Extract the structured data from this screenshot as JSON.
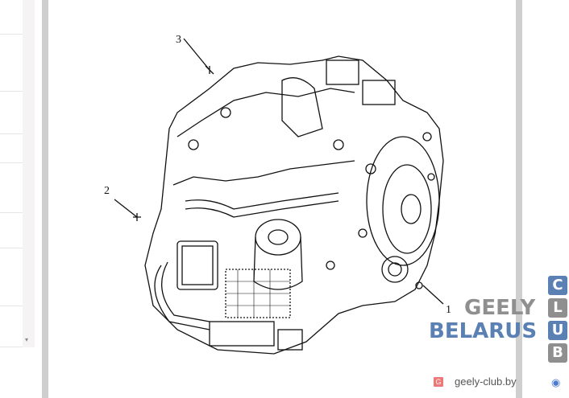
{
  "document": {
    "figure": {
      "callouts": [
        "1",
        "2",
        "3"
      ]
    }
  },
  "watermark": {
    "top": "GEELY",
    "middle": "BELARUS",
    "column_letters": [
      "C",
      "L",
      "U",
      "B"
    ],
    "colors": {
      "blue": "#5b80b4",
      "gray": "#8f8f8f"
    }
  },
  "footer": {
    "site": "geely-club.by",
    "site_icon": "G",
    "lens_icon": "lens-icon"
  },
  "left_panel": {
    "scroll_arrow": "▾"
  }
}
